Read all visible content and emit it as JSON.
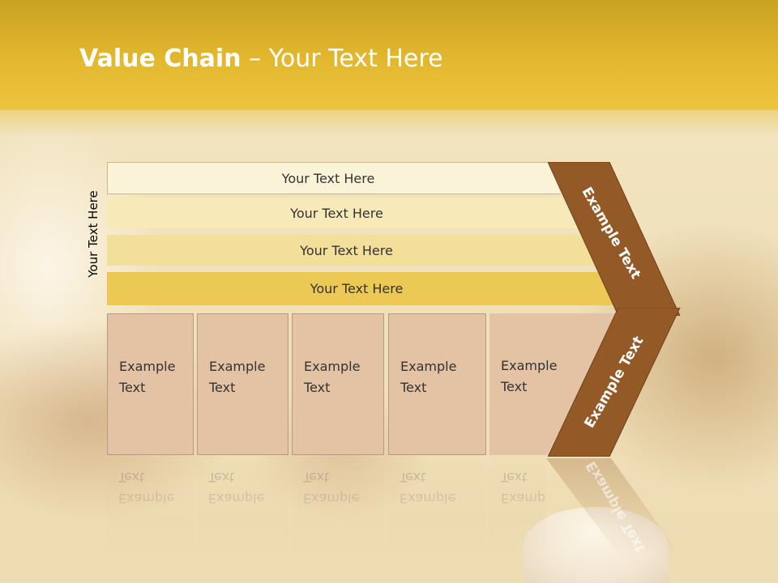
{
  "slide": {
    "title_bold": "Value Chain",
    "title_rest": " – Your Text Here",
    "side_label": "Your Text Here",
    "bars": [
      {
        "label": "Your Text Here"
      },
      {
        "label": "Your Text Here"
      },
      {
        "label": "Your Text Here"
      },
      {
        "label": "Your Text Here"
      }
    ],
    "columns": [
      {
        "line1": "Example",
        "line2": "Text"
      },
      {
        "line1": "Example",
        "line2": "Text"
      },
      {
        "line1": "Example",
        "line2": "Text"
      },
      {
        "line1": "Example",
        "line2": "Text"
      },
      {
        "line1": "Example",
        "line2": "Text"
      }
    ],
    "chevron_top": "Example Text",
    "chevron_bottom": "Example Text"
  },
  "colors": {
    "header": "#e3b82e",
    "bar_1": "#fbf3d7",
    "bar_2": "#f7eab8",
    "bar_3": "#f3df99",
    "bar_4": "#ecc854",
    "column": "#e3c3a3",
    "chevron": "#935a28"
  }
}
